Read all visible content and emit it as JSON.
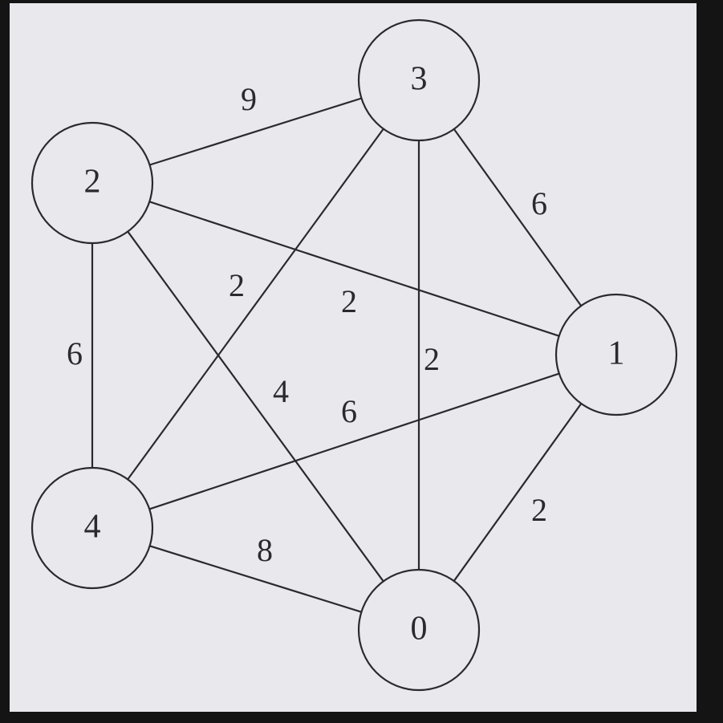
{
  "graph": {
    "nodes": [
      {
        "id": "0",
        "label": "0"
      },
      {
        "id": "1",
        "label": "1"
      },
      {
        "id": "2",
        "label": "2"
      },
      {
        "id": "3",
        "label": "3"
      },
      {
        "id": "4",
        "label": "4"
      }
    ],
    "edges": [
      {
        "from": "2",
        "to": "3",
        "weight": "9"
      },
      {
        "from": "3",
        "to": "1",
        "weight": "6"
      },
      {
        "from": "3",
        "to": "4",
        "weight": "2"
      },
      {
        "from": "2",
        "to": "1",
        "weight": "2"
      },
      {
        "from": "3",
        "to": "0",
        "weight": "2"
      },
      {
        "from": "2",
        "to": "4",
        "weight": "6"
      },
      {
        "from": "2",
        "to": "0",
        "weight": "4"
      },
      {
        "from": "4",
        "to": "1",
        "weight": "6"
      },
      {
        "from": "4",
        "to": "0",
        "weight": "8"
      },
      {
        "from": "1",
        "to": "0",
        "weight": "2"
      }
    ],
    "colors": {
      "background": "#e9e8ec",
      "ink": "#2a2a2e",
      "frame": "#141414"
    }
  }
}
